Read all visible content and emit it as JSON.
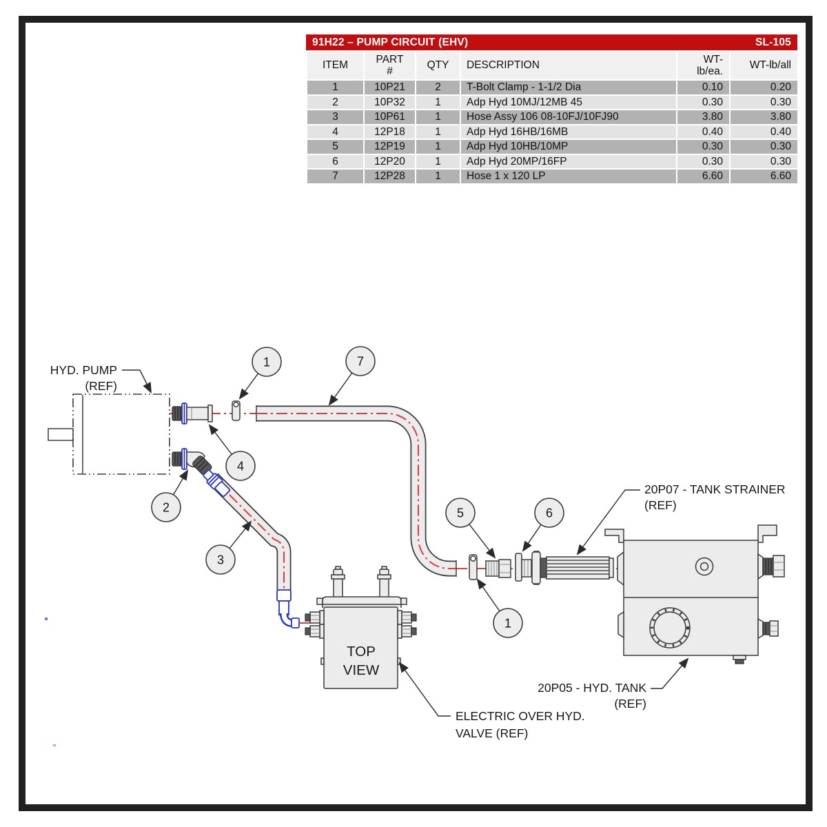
{
  "table": {
    "title": "91H22 – PUMP CIRCUIT (EHV)",
    "code": "SL-105",
    "columns": [
      "ITEM",
      "PART\n#",
      "QTY",
      "DESCRIPTION",
      "WT-\nlb/ea.",
      "WT-lb/all"
    ],
    "rows": [
      [
        "1",
        "10P21",
        "2",
        "T-Bolt Clamp - 1-1/2 Dia",
        "0.10",
        "0.20"
      ],
      [
        "2",
        "10P32",
        "1",
        "Adp Hyd 10MJ/12MB 45",
        "0.30",
        "0.30"
      ],
      [
        "3",
        "10P61",
        "1",
        "Hose Assy 106 08-10FJ/10FJ90",
        "3.80",
        "3.80"
      ],
      [
        "4",
        "12P18",
        "1",
        "Adp Hyd 16HB/16MB",
        "0.40",
        "0.40"
      ],
      [
        "5",
        "12P19",
        "1",
        "Adp Hyd 10HB/10MP",
        "0.30",
        "0.30"
      ],
      [
        "6",
        "12P20",
        "1",
        "Adp Hyd 20MP/16FP",
        "0.30",
        "0.30"
      ],
      [
        "7",
        "12P28",
        "1",
        "Hose 1 x 120 LP",
        "6.60",
        "6.60"
      ]
    ]
  },
  "diagram": {
    "labels": {
      "pump_line1": "HYD. PUMP",
      "pump_line2": "(REF)",
      "strainer_line1": "20P07 - TANK STRAINER",
      "strainer_line2": "(REF)",
      "tank_line1": "20P05 - HYD. TANK",
      "tank_line2": "(REF)",
      "valve_line1": "ELECTRIC OVER HYD.",
      "valve_line2": "VALVE (REF)",
      "top_view_line1": "TOP",
      "top_view_line2": "VIEW"
    },
    "callouts": [
      "1",
      "7",
      "4",
      "2",
      "3",
      "5",
      "6",
      "1"
    ],
    "colors": {
      "header_red": "#c20e0e",
      "hose_centerline_red": "#e23b3b",
      "fitting_blue": "#2633cc",
      "row_dark": "#b2b2b2",
      "row_light": "#e3e3e3"
    }
  }
}
